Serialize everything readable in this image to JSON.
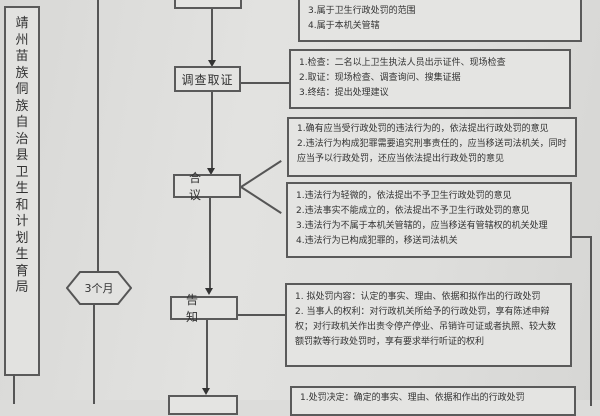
{
  "document": {
    "organization_title": "靖州苗族侗族自治县卫生和计划生育局",
    "flow_nodes": {
      "top_node": "",
      "investigate": "调查取证",
      "deliberate": "合议",
      "notify": "告知",
      "bottom_node": ""
    },
    "time_limit": "3个月",
    "boxes": {
      "acceptance": [
        "3.属于卫生行政处罚的范围",
        "4.属于本机关管辖"
      ],
      "investigation": [
        "1.检查：二名以上卫生执法人员出示证件、现场检查",
        "2.取证：现场检查、调查询问、搜集证据",
        "3.终结：提出处理建议"
      ],
      "deliberation_penalty": [
        "1.确有应当受行政处罚的违法行为的，依法提出行政处罚的意见",
        "2.违法行为构成犯罪需要追究刑事责任的，应当移送司法机关，同时应当予以行政处罚，还应当依法提出行政处罚的意见"
      ],
      "deliberation_no_penalty": [
        "1.违法行为轻微的，依法提出不予卫生行政处罚的意见",
        "2.违法事实不能成立的，依法提出不予卫生行政处罚的意见",
        "3.违法行为不属于本机关管辖的，应当移送有管辖权的机关处理",
        "4.违法行为已构成犯罪的，移送司法机关"
      ],
      "notification": [
        "1. 拟处罚内容：认定的事实、理由、依据和拟作出的行政处罚",
        "2. 当事人的权利：对行政机关所给予的行政处罚，享有陈述申辩权；对行政机关作出责令停产停业、吊销许可证或者执照、较大数额罚款等行政处罚时，享有要求举行听证的权利"
      ],
      "decision_partial": [
        "1.处罚决定：确定的事实、理由、依据和作出的行政处罚"
      ]
    }
  }
}
